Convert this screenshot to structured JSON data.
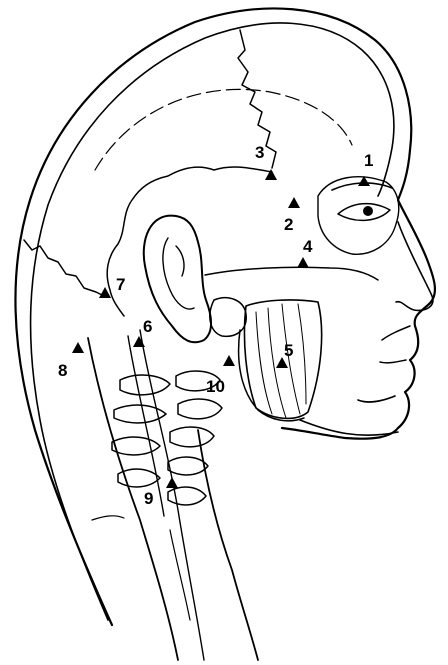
{
  "figure": {
    "kind": "anatomical line drawing - lateral view of head and neck with numbered triangle markers",
    "ink_color": "#000000",
    "paper_color": "#ffffff"
  },
  "markers": [
    {
      "id": "1",
      "label": "1"
    },
    {
      "id": "2",
      "label": "2"
    },
    {
      "id": "3",
      "label": "3"
    },
    {
      "id": "4",
      "label": "4"
    },
    {
      "id": "5",
      "label": "5"
    },
    {
      "id": "6",
      "label": "6"
    },
    {
      "id": "7",
      "label": "7"
    },
    {
      "id": "8",
      "label": "8"
    },
    {
      "id": "9",
      "label": "9"
    },
    {
      "id": "10",
      "label": "10"
    }
  ]
}
